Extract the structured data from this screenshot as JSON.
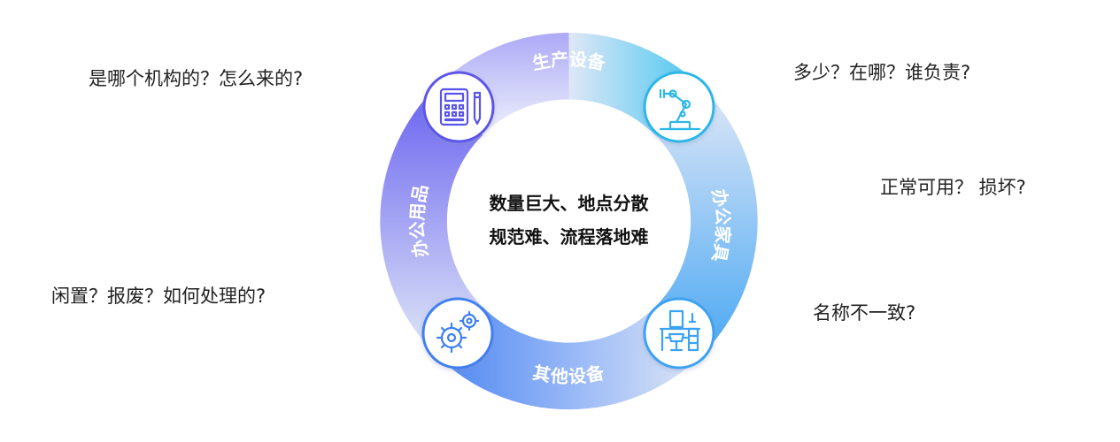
{
  "center": {
    "line1": "数量巨大、地点分散",
    "line2": "规范难、流程落地难"
  },
  "segments": {
    "production": "生产设备",
    "furniture": "办公家具",
    "other": "其他设备",
    "supplies": "办公用品"
  },
  "questions": {
    "top_left": "是哪个机构的？怎么来的?",
    "top_right": "多少？在哪？谁负责?",
    "mid_right": "正常可用？ 损坏?",
    "bottom_left": "闲置？报废？如何处理的?",
    "bottom_right": "名称不一致?"
  },
  "icons": {
    "calculator": "calculator-icon",
    "robot_arm": "robot-arm-icon",
    "desk": "office-desk-icon",
    "gears": "gears-icon"
  },
  "colors": {
    "ring_purple": "#6c63f0",
    "ring_cyan": "#4dc9f0",
    "ring_light": "#dde6f7",
    "ring_blue": "#4a8ef5",
    "icon_purple": "#5b54e8",
    "icon_cyan": "#2cb7e8",
    "icon_blue": "#3f7ff0",
    "text": "#222222"
  }
}
